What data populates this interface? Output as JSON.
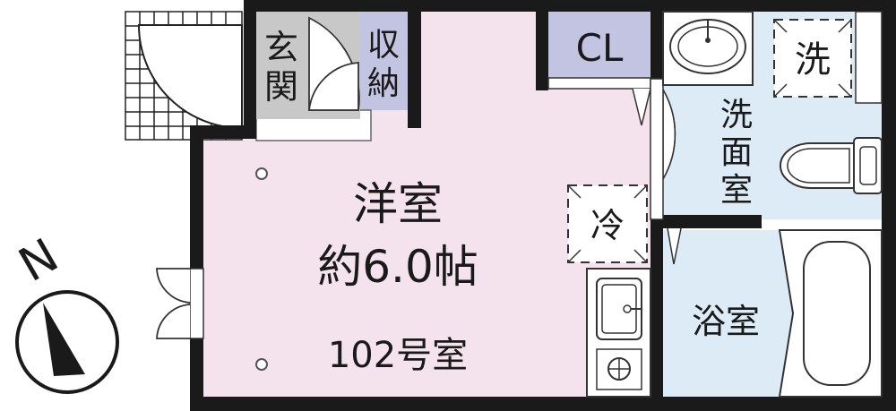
{
  "colors": {
    "western_room": "#f4e2ec",
    "entrance": "#c8c8c8",
    "storage": "#c3c4e2",
    "wet_area": "#dcebf6",
    "wall": "#1a1a1a"
  },
  "compass": {
    "north_label": "N"
  },
  "rooms": {
    "entrance_label": "玄関",
    "storage_label": "収納",
    "closet_label": "CL",
    "western_room_name": "洋室",
    "western_room_size": "約6.0帖",
    "room_number": "102号室",
    "refrigerator_label": "冷",
    "washer_label": "洗",
    "washroom_label": "洗面室",
    "bathroom_label": "浴室"
  }
}
